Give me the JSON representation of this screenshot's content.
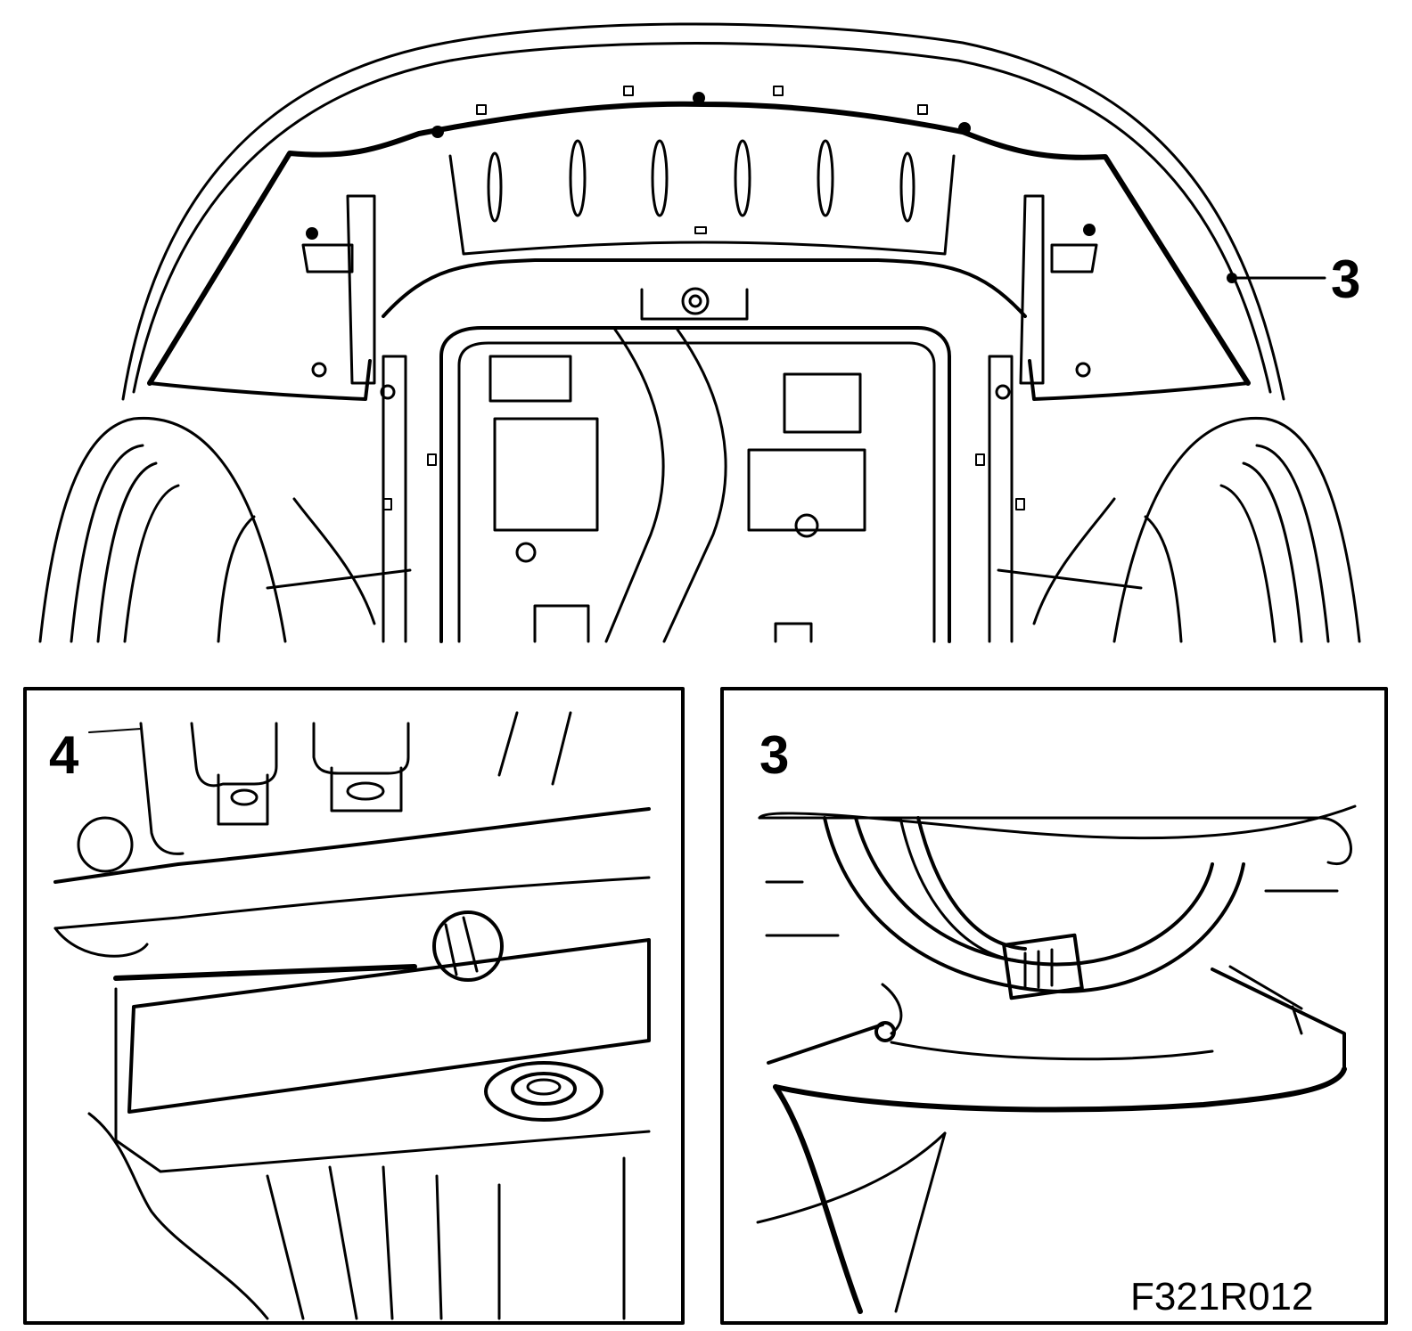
{
  "callouts": {
    "main_part": "3",
    "inset_left": "4",
    "inset_right": "3"
  },
  "figure_id": "F321R012"
}
